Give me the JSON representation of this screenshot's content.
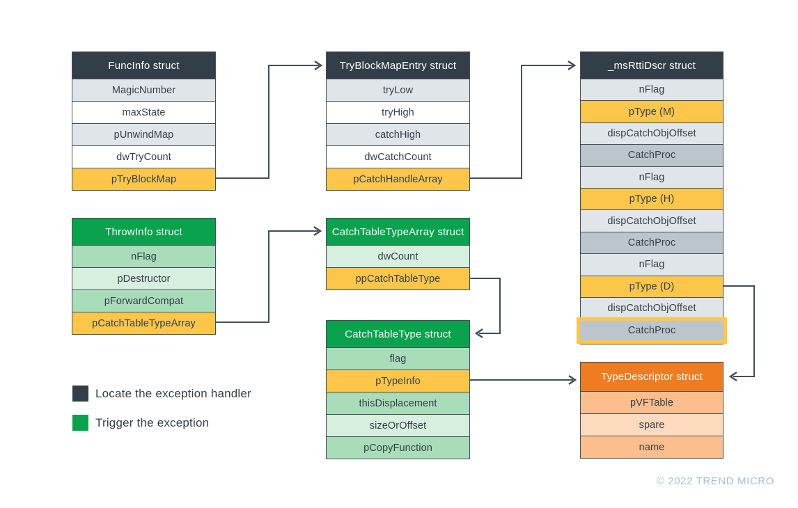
{
  "diagram": {
    "structs": {
      "funcInfo": {
        "title": "FuncInfo struct",
        "rows": [
          "MagicNumber",
          "maxState",
          "pUnwindMap",
          "dwTryCount",
          "pTryBlockMap"
        ]
      },
      "tryBlockMapEntry": {
        "title": "TryBlockMapEntry struct",
        "rows": [
          "tryLow",
          "tryHigh",
          "catchHigh",
          "dwCatchCount",
          "pCatchHandleArray"
        ]
      },
      "msRttiDscr": {
        "title": "_msRttiDscr struct",
        "rows": [
          "nFlag",
          "pType (M)",
          "dispCatchObjOffset",
          "CatchProc",
          "nFlag",
          "pType (H)",
          "dispCatchObjOffset",
          "CatchProc",
          "nFlag",
          "pType (D)",
          "dispCatchObjOffset",
          "CatchProc"
        ]
      },
      "throwInfo": {
        "title": "ThrowInfo struct",
        "rows": [
          "nFlag",
          "pDestructor",
          "pForwardCompat",
          "pCatchTableTypeArray"
        ]
      },
      "catchTableTypeArray": {
        "title": "CatchTableTypeArray struct",
        "rows": [
          "dwCount",
          "ppCatchTableType"
        ]
      },
      "catchTableType": {
        "title": "CatchTableType struct",
        "rows": [
          "flag",
          "pTypeInfo",
          "thisDisplacement",
          "sizeOrOffset",
          "pCopyFunction"
        ]
      },
      "typeDescriptor": {
        "title": "TypeDescriptor struct",
        "rows": [
          "pVFTable",
          "spare",
          "name"
        ]
      }
    },
    "legend": [
      {
        "label": "Locate the exception handler",
        "color": "#333F48"
      },
      {
        "label": "Trigger the exception",
        "color": "#0AA24C"
      }
    ],
    "copyright": "© 2022 TREND MICRO",
    "colors": {
      "dark_header": "#333F48",
      "green_header": "#0AA24C",
      "orange_header": "#F07C22",
      "highlight_yellow": "#FCC64B",
      "row_light_gray": "#E0E5E9",
      "row_white": "#FFFFFF",
      "row_gray": "#BCC5CB",
      "row_green_mid": "#A9DDB9",
      "row_green_light": "#D7EFDF",
      "row_orange_mid": "#FBBE8C",
      "row_orange_light": "#FDDABE",
      "arrow": "#434E57",
      "copyright_text": "#A9C1CE"
    }
  }
}
